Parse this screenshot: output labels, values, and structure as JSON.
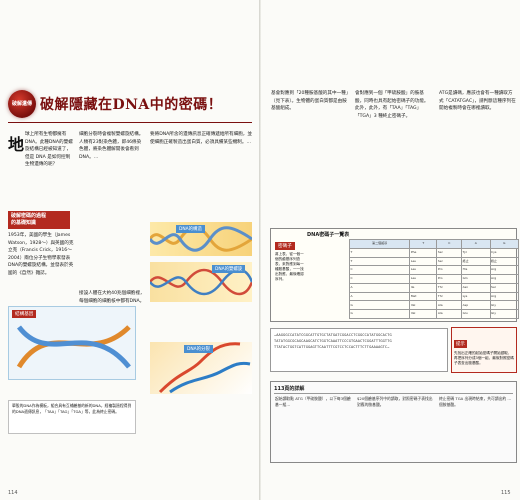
{
  "left": {
    "badge": "破解遺傳",
    "title": "破解隱藏在DNA中的密碼！",
    "first_char": "地",
    "col1": "球上所有生物都擁有DNA。此種DNA的雙螺旋結構已經被知道了，但是 DNA 是如何控制生物遺傳的呢？",
    "col2": "細胞分裂時會複製雙螺旋結構。人類有23對染色體，即46條染色體，將染色體解開後會看到DNA。…",
    "col3": "要將DNA所含的遺傳訊息正確傳遞給所有細胞，並使細胞正確製造出蛋白質，必須具備某些機制。…",
    "section": "破解密碼的過程",
    "section2": "的基礎知識",
    "subhead_text": "1953年，美國的學生（James Watson，1928～）與英國的克立克（Francis Crick，1916～2004）兩位分子生物學家發表DNA的雙螺旋結構，並發表於英國的《自然》雜誌。",
    "body_more": "接設人體在大約40兆個細胞裡，每個細胞的細胞核中都有DNA。",
    "photo1": "DNA的構造",
    "photo2": "DNA的雙螺旋",
    "photo3": "DNA的分裂",
    "cross": "結構基因",
    "caption": "單股的DNA作為模板，組合具有互補鹼基的新的DNA，經複製過程得到的DNA遺傳訊息，「TAA」「TAG」「TGA」等，此為終止密碼。",
    "pgnum": "114"
  },
  "right": {
    "col1": "基會對應到「20種胺基酸的其中一種」（見下表）。生物體的蛋白質都是由胺基酸組成。",
    "col2": "會對應到一個「甲硫胺酸」的胺基酸，同時也具有起始密碼子的功能。此外，此外，有「TAA」「TAG」「TGA」3 種終止密碼子。",
    "col3": "ATG是讀碼，應該也會有一種讀取方式「CATATGAC」，請判斷這種序列在開始複製時會在哪裡讀取。",
    "box_label": "密碼子",
    "box_title": "DNA密碼子一覽表",
    "box_note": "將上表，從一個一個的鹼基序列查表，來對應到每一種胺基酸，一一找出對應，最後確認序列。",
    "table_header": [
      "第二個鹼基",
      "T",
      "C",
      "A",
      "G"
    ],
    "table_rows": [
      [
        "T",
        "Phe",
        "Ser",
        "Tyr",
        "Cys"
      ],
      [
        "T",
        "Leu",
        "Ser",
        "終止",
        "終止"
      ],
      [
        "C",
        "Leu",
        "Pro",
        "His",
        "Arg"
      ],
      [
        "C",
        "Leu",
        "Pro",
        "Gln",
        "Arg"
      ],
      [
        "A",
        "Ile",
        "Thr",
        "Asn",
        "Ser"
      ],
      [
        "A",
        "Met",
        "Thr",
        "Lys",
        "Arg"
      ],
      [
        "G",
        "Val",
        "Ala",
        "Asp",
        "Gly"
      ],
      [
        "G",
        "Val",
        "Ala",
        "Glu",
        "Gly"
      ]
    ],
    "seq1": "…AAGGGCCATATCGGCATTGTGCTATGATCGGACCTCGGCCATATGGCACTG",
    "seq2": "TATATGGCGCAGCAAGCATCTGGTCAAATTCCCGTGAACTCGGATTTGGTTG",
    "seq3": "TTATACTGGTCATTGGAGTTCAATTTCGTCCTCCACTTTCTTGAAAAGTC…",
    "hint_label": "提示",
    "hint_text": "先找出正確的起始密碼子開始讀取，再把序列分成3個一組，最後對照密碼子表查出胺基酸。",
    "ans_title": "113頁的詳解",
    "ans_c1": "起始讀取點 ATG（甲硫胺酸），以下每3個鹼基一組…",
    "ans_c2": "$20個鹼基序列中的讀取，對照密碼子表找出對應的胺基酸。",
    "ans_c3": "終止密碼 TGA 出現時結束，共可讀出約 …個胺基酸。",
    "pgnum": "115"
  }
}
